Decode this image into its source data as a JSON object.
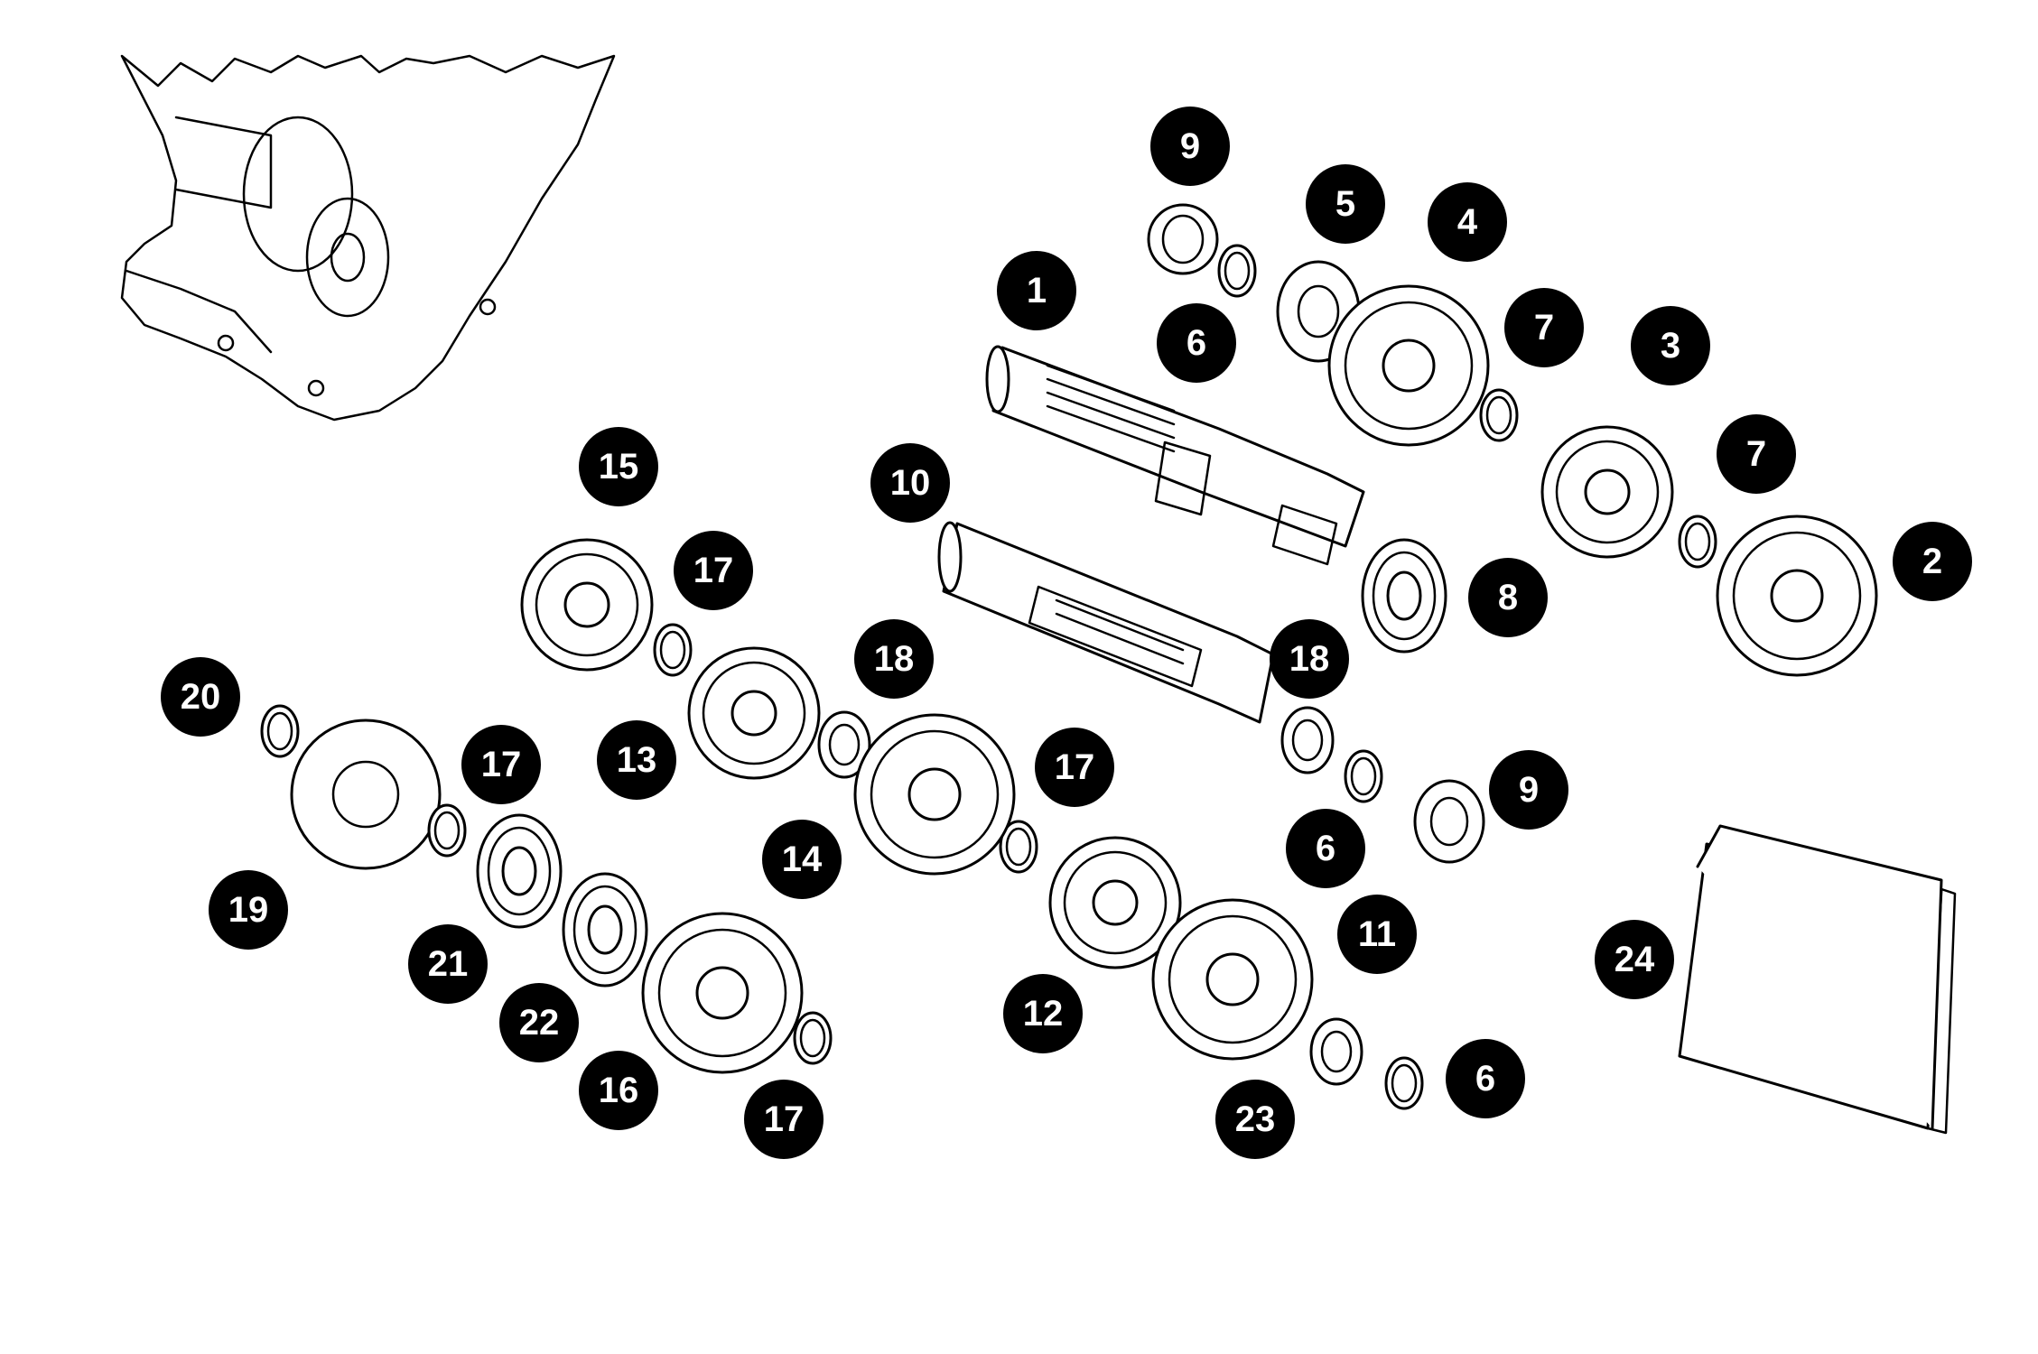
{
  "labels": [
    {
      "id": "1",
      "text": "1"
    },
    {
      "id": "2",
      "text": "2"
    },
    {
      "id": "3",
      "text": "3"
    },
    {
      "id": "4",
      "text": "4"
    },
    {
      "id": "5",
      "text": "5"
    },
    {
      "id": "6a",
      "text": "6"
    },
    {
      "id": "6b",
      "text": "6"
    },
    {
      "id": "6c",
      "text": "6"
    },
    {
      "id": "7a",
      "text": "7"
    },
    {
      "id": "7b",
      "text": "7"
    },
    {
      "id": "8",
      "text": "8"
    },
    {
      "id": "9a",
      "text": "9"
    },
    {
      "id": "9b",
      "text": "9"
    },
    {
      "id": "10",
      "text": "10"
    },
    {
      "id": "11",
      "text": "11"
    },
    {
      "id": "12",
      "text": "12"
    },
    {
      "id": "13",
      "text": "13"
    },
    {
      "id": "14",
      "text": "14"
    },
    {
      "id": "15",
      "text": "15"
    },
    {
      "id": "16",
      "text": "16"
    },
    {
      "id": "17a",
      "text": "17"
    },
    {
      "id": "17b",
      "text": "17"
    },
    {
      "id": "17c",
      "text": "17"
    },
    {
      "id": "17d",
      "text": "17"
    },
    {
      "id": "18a",
      "text": "18"
    },
    {
      "id": "18b",
      "text": "18"
    },
    {
      "id": "19",
      "text": "19"
    },
    {
      "id": "20",
      "text": "20"
    },
    {
      "id": "21",
      "text": "21"
    },
    {
      "id": "22",
      "text": "22"
    },
    {
      "id": "23",
      "text": "23"
    },
    {
      "id": "24",
      "text": "24"
    }
  ],
  "colors": {
    "label_fill": "#000000",
    "label_text": "#ffffff",
    "line": "#000000",
    "background": "#ffffff"
  }
}
